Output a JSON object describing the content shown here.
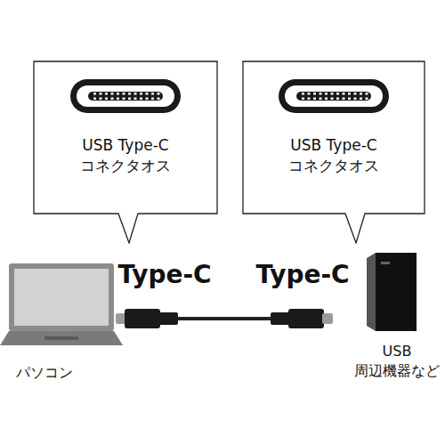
{
  "diagram": {
    "nodes": [
      {
        "text": [
          "USB Type-C コネクタオス"
        ]
      },
      {
        "text": [
          "USB Type-C コネクタオス"
        ]
      }
    ],
    "labels": [
      "Type-C",
      "Type-C",
      "パソコン",
      "USB 周辺機器など"
    ]
  }
}
